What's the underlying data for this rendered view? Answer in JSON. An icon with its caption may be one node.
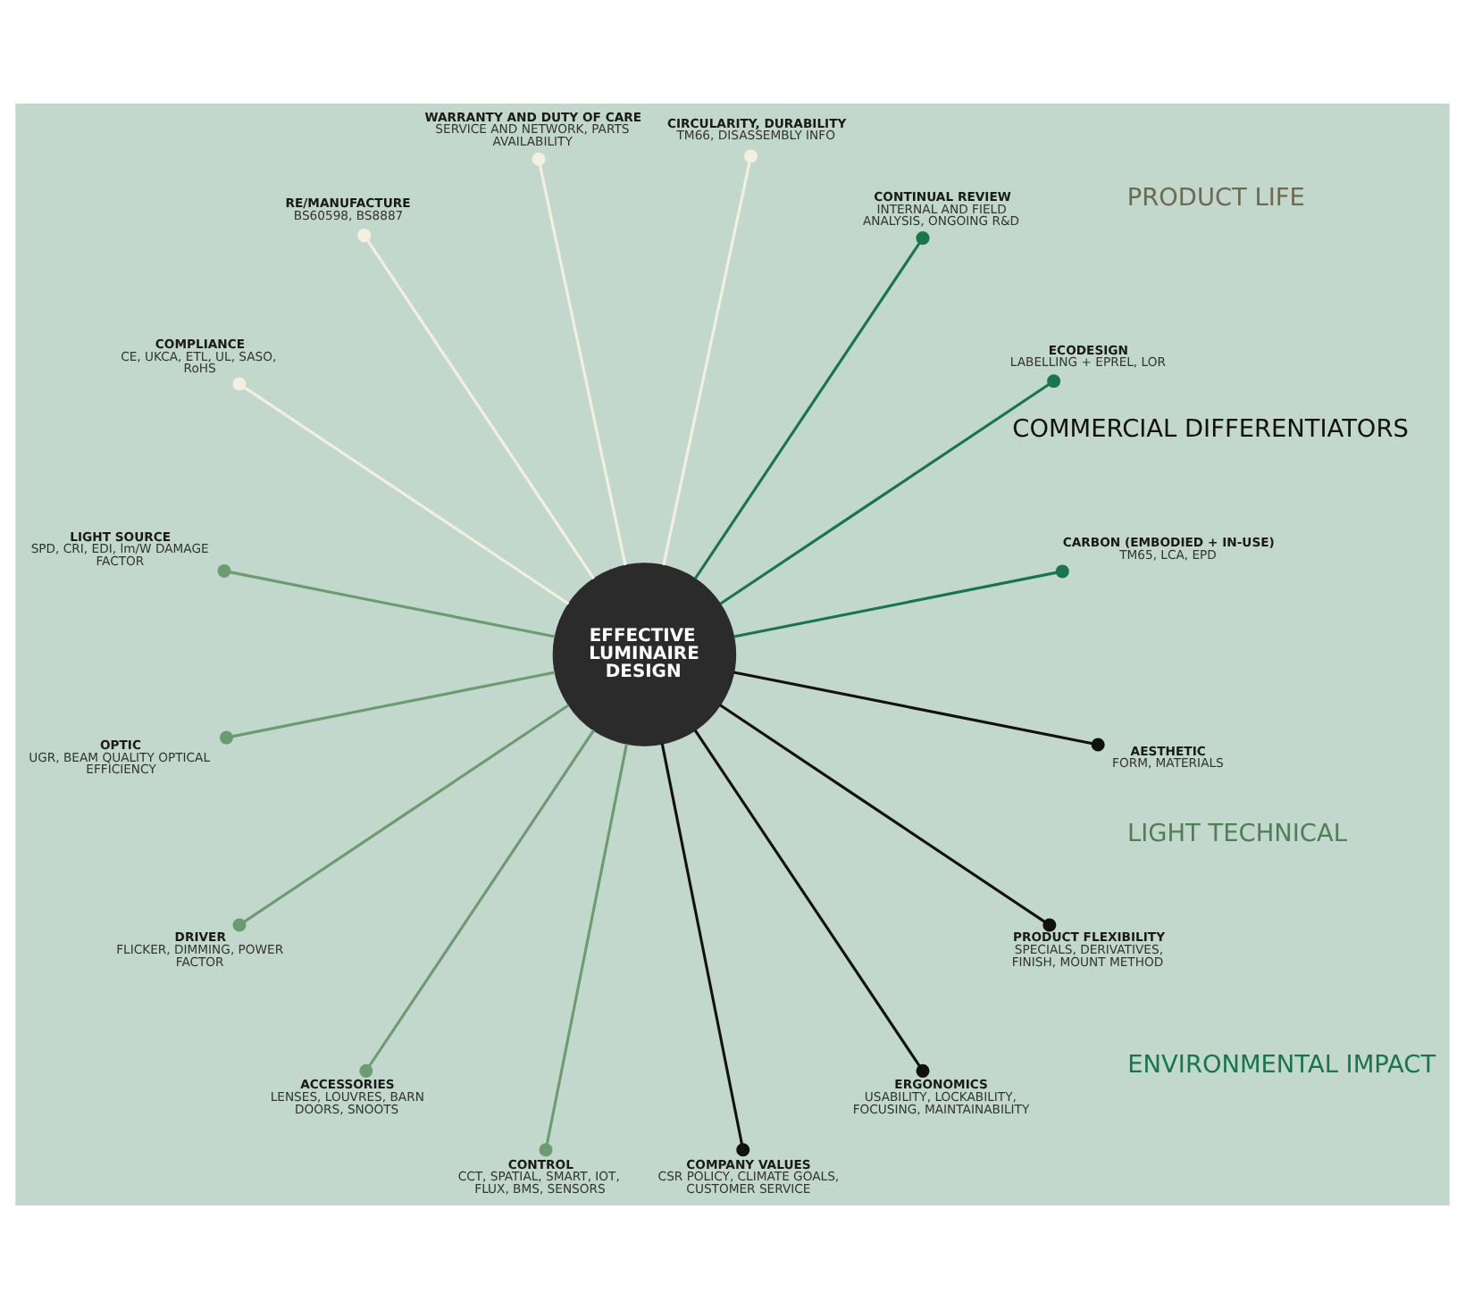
{
  "diagram": {
    "nodes": [
      {
        "text": [
          "EFFECTIVE LUMINAIRE DESIGN"
        ]
      },
      {
        "text": [
          "CARBON (EMBODIED + IN-USE)",
          "TM65, LCA, EPD"
        ]
      },
      {
        "text": [
          "ECODESIGN",
          "LABELLING + EPREL, LOR"
        ]
      },
      {
        "text": [
          "CONTINUAL REVIEW",
          "INTERNAL AND FIELD ANALYSIS, ONGOING R&D"
        ]
      },
      {
        "text": [
          "CIRCULARITY, DURABILITY",
          "TM66, DISASSEMBLY INFO"
        ]
      },
      {
        "text": [
          "WARRANTY AND DUTY OF CARE",
          "SERVICE AND NETWORK, PARTS AVAILABILITY"
        ]
      },
      {
        "text": [
          "RE/MANUFACTURE",
          "BS60598, BS8887"
        ]
      },
      {
        "text": [
          "COMPLIANCE",
          "CE, UKCA, ETL, UL, SASO, RoHS"
        ]
      },
      {
        "text": [
          "LIGHT SOURCE",
          "SPD, CRI, EDI, lm/W DAMAGE FACTOR"
        ]
      },
      {
        "text": [
          "OPTIC",
          "UGR, BEAM QUALITY OPTICAL EFFICIENCY"
        ]
      },
      {
        "text": [
          "DRIVER",
          "FLICKER, DIMMING, POWER FACTOR"
        ]
      },
      {
        "text": [
          "ACCESSORIES",
          "LENSES, LOUVRES, BARN DOORS, SNOOTS"
        ]
      },
      {
        "text": [
          "CONTROL",
          "CCT, SPATIAL, SMART, IOT, FLUX, BMS, SENSORS"
        ]
      },
      {
        "text": [
          "COMPANY VALUES",
          "CSR POLICY, CLIMATE GOALS, CUSTOMER SERVICE"
        ]
      },
      {
        "text": [
          "ERGONOMICS",
          "USABILITY, LOCKABILITY, FOCUSING, MAINTAINABILITY"
        ]
      },
      {
        "text": [
          "PRODUCT FLEXIBILITY",
          "SPECIALS, DERIVATIVES, FINISH, MOUNT METHOD"
        ]
      },
      {
        "text": [
          "AESTHETIC",
          "FORM, MATERIALS"
        ]
      }
    ],
    "edges": [
      {
        "from": 0,
        "to": 1,
        "arrow": "other",
        "color": "#17774a"
      },
      {
        "from": 0,
        "to": 2,
        "arrow": "other",
        "color": "#17774a"
      },
      {
        "from": 0,
        "to": 3,
        "arrow": "other",
        "color": "#17774a"
      },
      {
        "from": 0,
        "to": 4,
        "arrow": "other",
        "color": "#f3f0e2"
      },
      {
        "from": 0,
        "to": 5,
        "arrow": "other",
        "color": "#f3f0e2"
      },
      {
        "from": 0,
        "to": 6,
        "arrow": "other",
        "color": "#f3f0e2"
      },
      {
        "from": 0,
        "to": 7,
        "arrow": "other",
        "color": "#f3f0e2"
      },
      {
        "from": 0,
        "to": 8,
        "arrow": "other",
        "color": "#6b9c70"
      },
      {
        "from": 0,
        "to": 9,
        "arrow": "other",
        "color": "#6b9c70"
      },
      {
        "from": 0,
        "to": 10,
        "arrow": "other",
        "color": "#6b9c70"
      },
      {
        "from": 0,
        "to": 11,
        "arrow": "other",
        "color": "#6b9c70"
      },
      {
        "from": 0,
        "to": 12,
        "arrow": "other",
        "color": "#6b9c70"
      },
      {
        "from": 0,
        "to": 13,
        "arrow": "other",
        "color": "#111111"
      },
      {
        "from": 0,
        "to": 14,
        "arrow": "other",
        "color": "#111111"
      },
      {
        "from": 0,
        "to": 15,
        "arrow": "other",
        "color": "#111111"
      },
      {
        "from": 0,
        "to": 16,
        "arrow": "other",
        "color": "#111111"
      }
    ],
    "labels": [
      "ENVIRONMENTAL IMPACT",
      "PRODUCT LIFE",
      "COMMERCIAL DIFFERENTIATORS",
      "LIGHT TECHNICAL"
    ]
  }
}
